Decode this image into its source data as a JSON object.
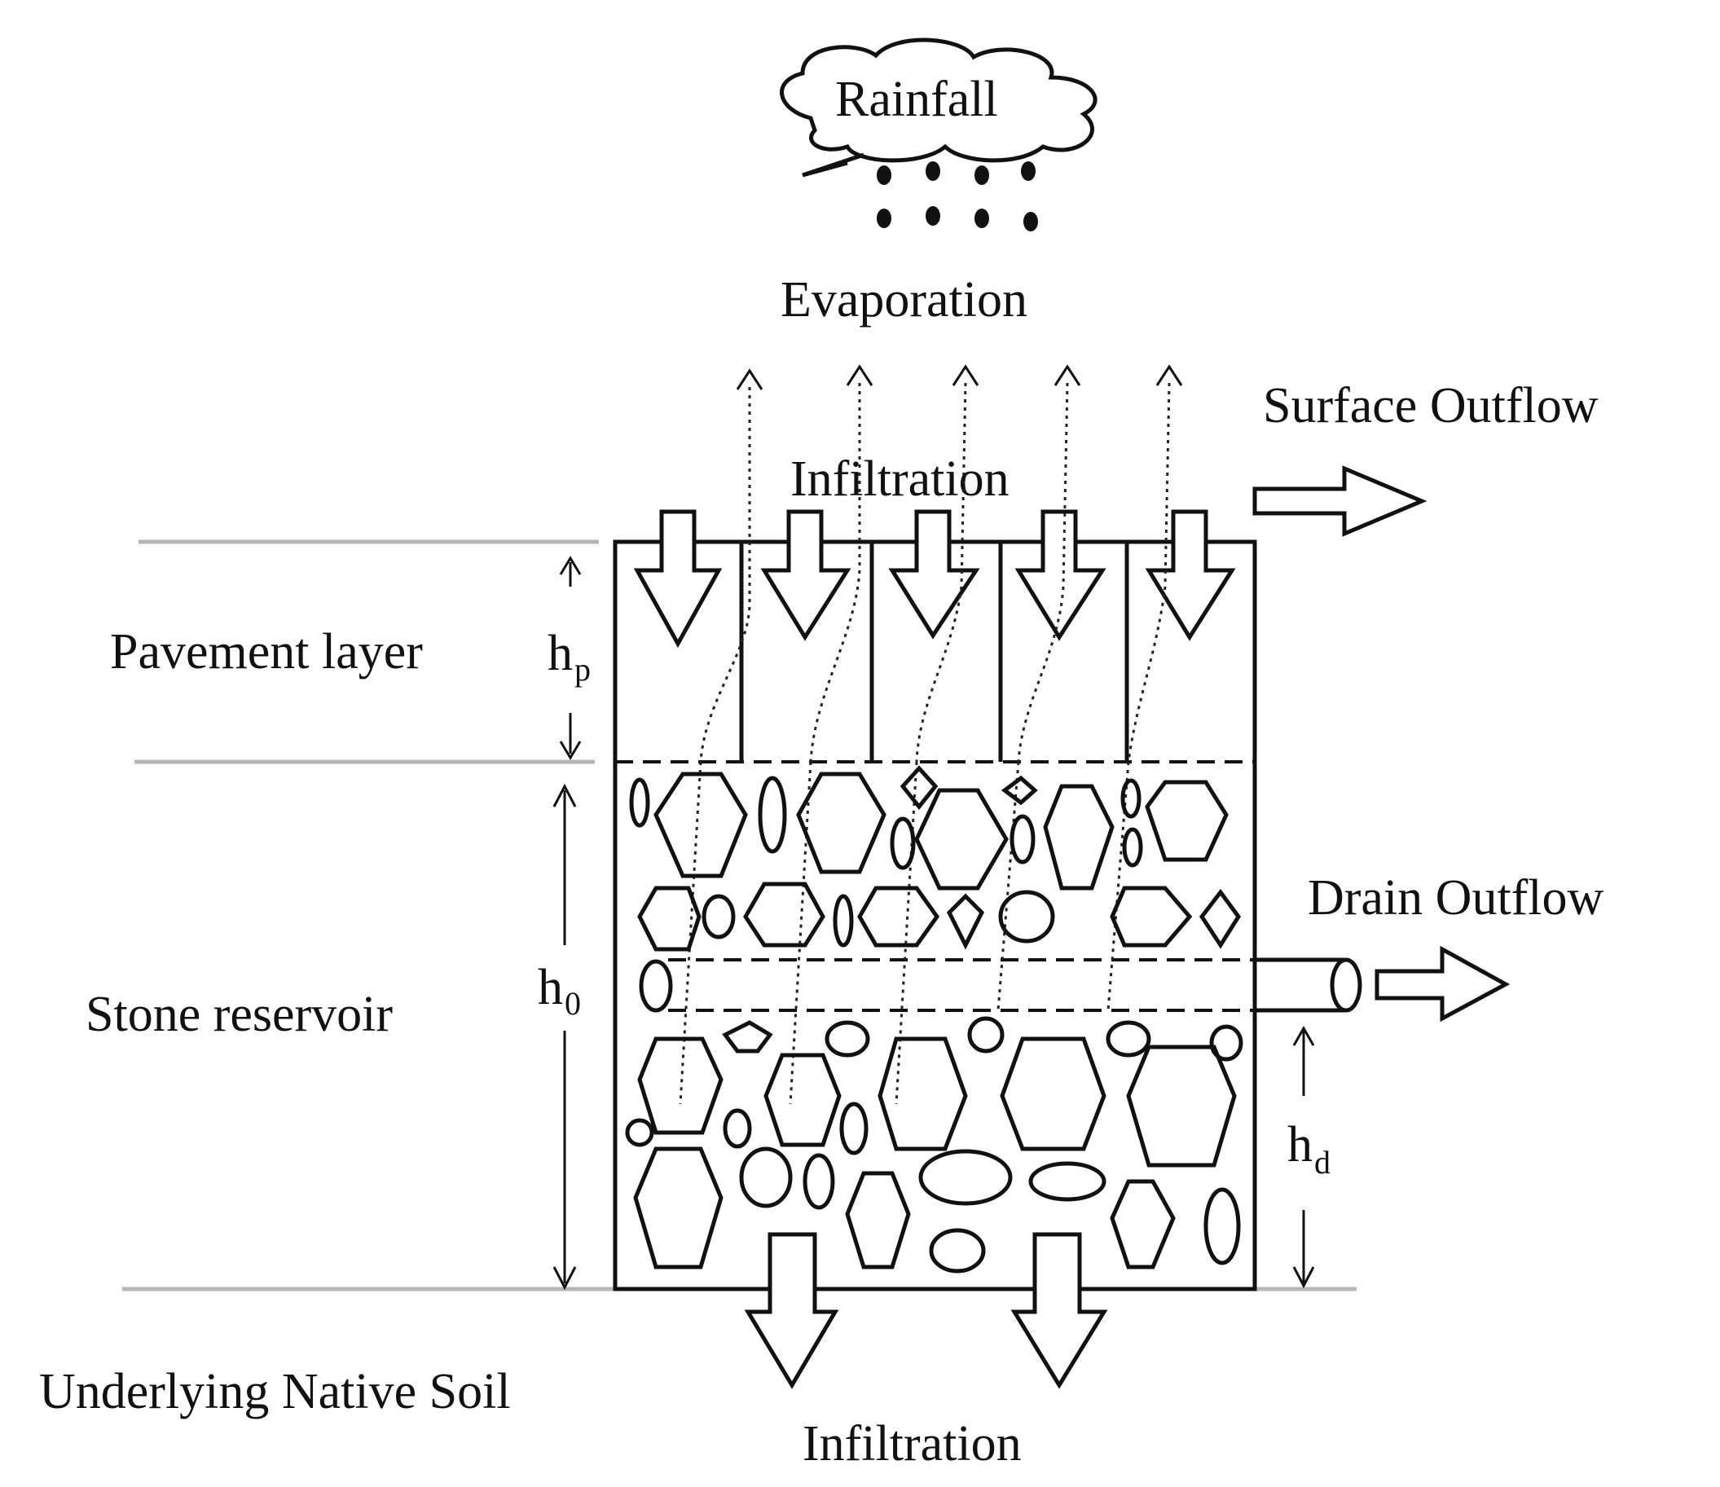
{
  "labels": {
    "rainfall": "Rainfall",
    "evaporation": "Evaporation",
    "surface_outflow": "Surface Outflow",
    "infiltration_top": "Infiltration",
    "pavement_layer": "Pavement layer",
    "stone_reservoir": "Stone reservoir",
    "drain_outflow": "Drain Outflow",
    "underlying_soil": "Underlying Native Soil",
    "infiltration_bottom": "Infiltration"
  },
  "symbols": {
    "hp_main": "h",
    "hp_sub": "p",
    "h0_main": "h",
    "h0_sub": "0",
    "hd_main": "h",
    "hd_sub": "d"
  },
  "colors": {
    "ink": "#111111",
    "ground_line": "#b5b5b5",
    "background": "#ffffff"
  }
}
